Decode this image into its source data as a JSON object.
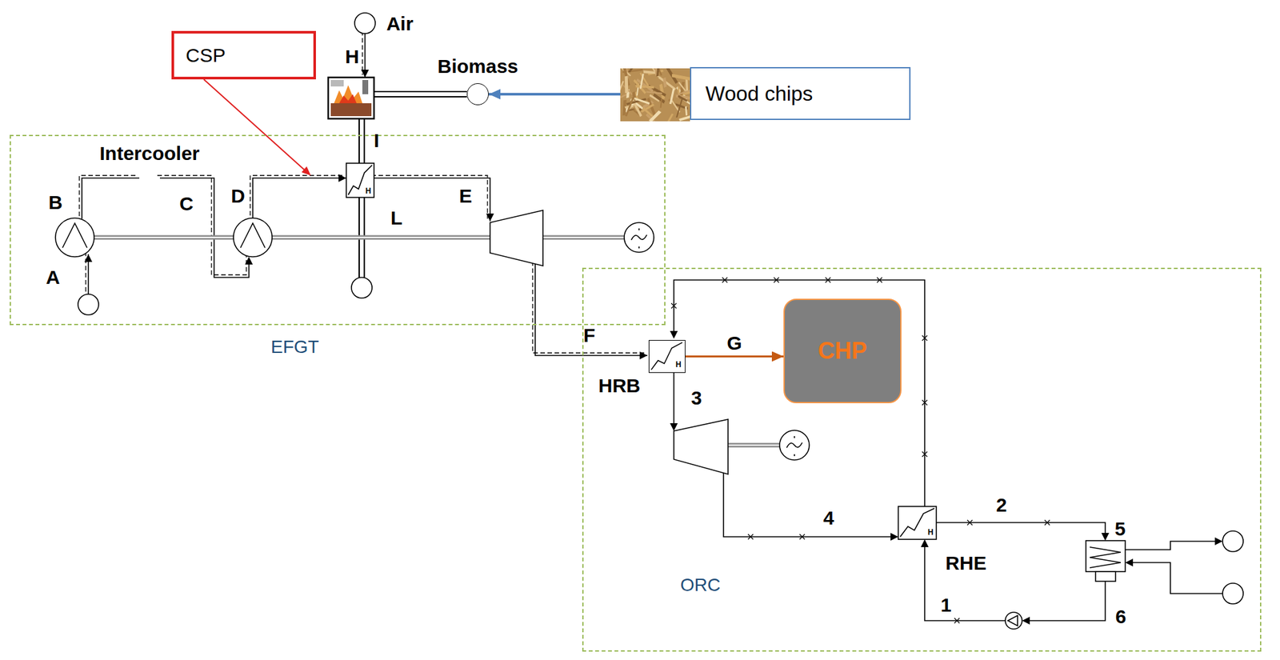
{
  "diagram": {
    "nodes": [
      {
        "text": [
          "CSP"
        ]
      },
      {
        "text": [
          "Biomass"
        ]
      },
      {
        "text": [
          "Wood chips"
        ]
      },
      {
        "text": [
          "EFGT"
        ]
      },
      {
        "text": [
          "ORC"
        ]
      },
      {
        "text": [
          "HRB"
        ],
        "in": 4
      },
      {
        "text": [
          "CHP"
        ],
        "in": 4
      }
    ],
    "edges": [
      {
        "from": 2,
        "to": 1,
        "arrow": "to"
      },
      {
        "from": 5,
        "to": 6,
        "arrow": "to",
        "label": "G"
      }
    ],
    "labels": [
      "Air",
      "H",
      "Intercooler",
      "B",
      "C",
      "D",
      "E",
      "A",
      "I",
      "L",
      "F",
      "3",
      "4",
      "2",
      "5",
      "RHE",
      "1",
      "6",
      "H",
      "H",
      "H"
    ]
  }
}
